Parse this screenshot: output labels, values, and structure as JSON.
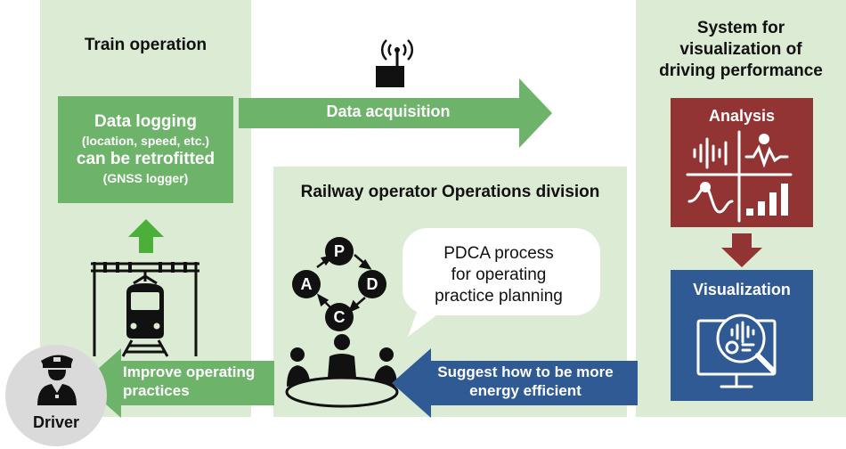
{
  "train_operation": {
    "title": "Train operation",
    "data_logging": {
      "line1": "Data logging",
      "line2": "(location, speed, etc.)",
      "line3": "can be retrofitted",
      "line4": "(GNSS logger)"
    }
  },
  "data_acquisition": {
    "label": "Data acquisition"
  },
  "system": {
    "title_line1": "System for",
    "title_line2": "visualization of",
    "title_line3": "driving performance",
    "analysis": "Analysis",
    "visualization": "Visualization"
  },
  "operations": {
    "title": "Railway operator Operations division",
    "pdca": {
      "p": "P",
      "d": "D",
      "c": "C",
      "a": "A"
    },
    "bubble": {
      "line1": "PDCA process",
      "line2": "for operating",
      "line3": "practice planning"
    }
  },
  "arrows": {
    "suggest_line1": "Suggest how to be more",
    "suggest_line2": "energy efficient",
    "improve_line1": "Improve operating",
    "improve_line2": "practices"
  },
  "driver": {
    "label": "Driver"
  },
  "colors": {
    "panel_bg": "#dcebd3",
    "green": "#6db36a",
    "arrow_up_green": "#4caf3a",
    "analysis_red": "#933434",
    "visual_blue": "#2f5a94",
    "driver_gray": "#dadada"
  }
}
